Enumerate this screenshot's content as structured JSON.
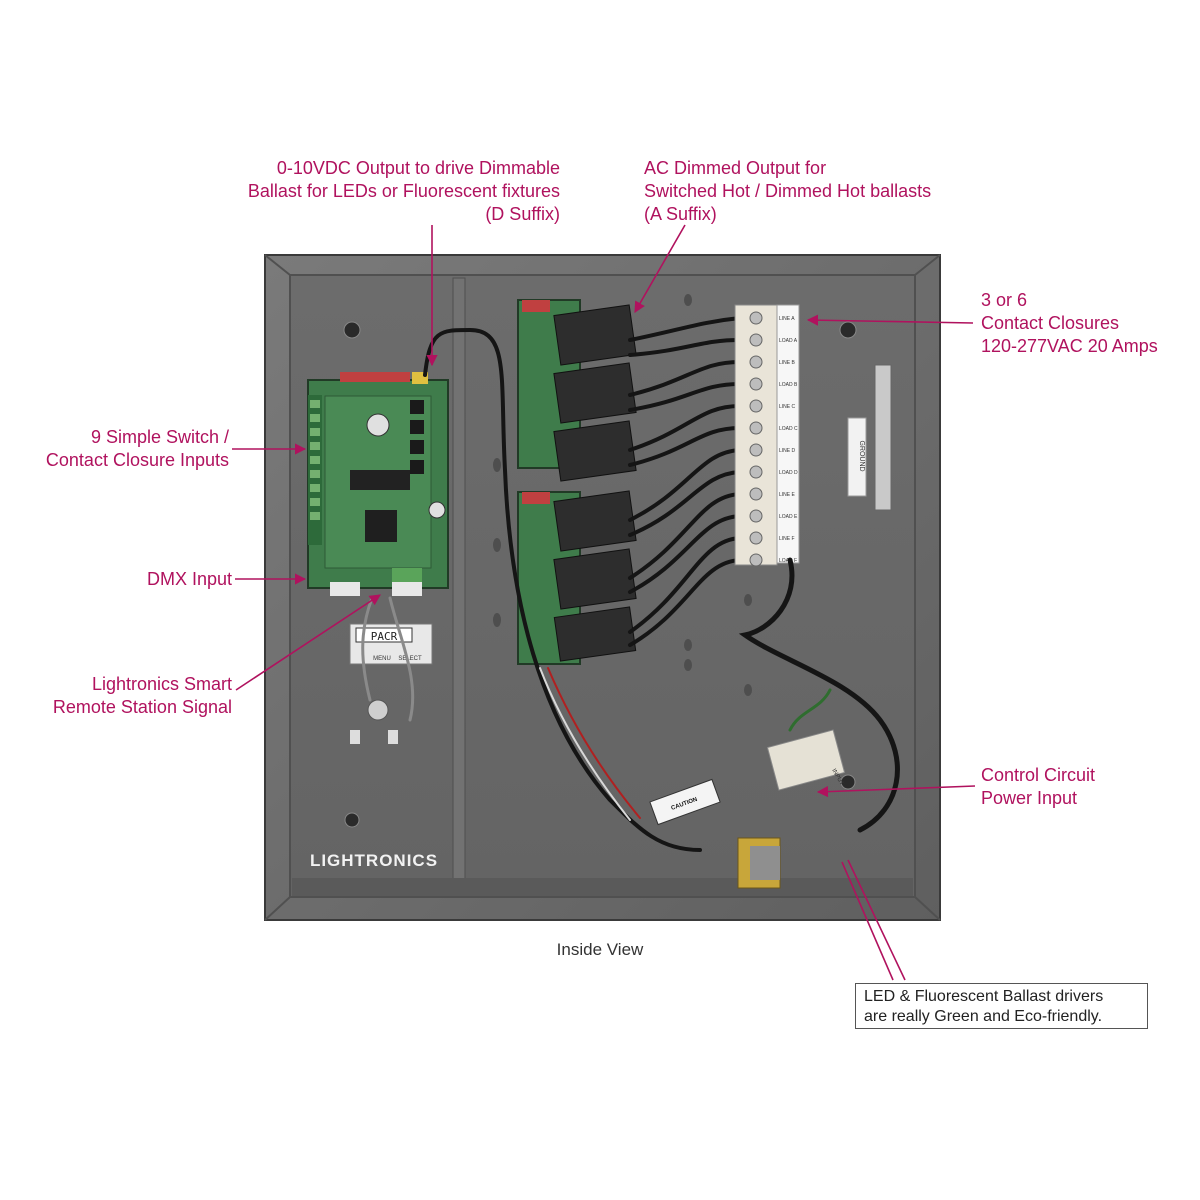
{
  "colors": {
    "callout_text": "#b0125e",
    "leader_line": "#b0125e",
    "enclosure": "#6f6f6f",
    "enclosure_dark": "#4a4a4a",
    "pcb_green": "#3f7c4b",
    "relay_black": "#2d2d2d"
  },
  "callouts": {
    "dvdc_output": {
      "lines": [
        "0-10VDC Output to drive Dimmable",
        "Ballast for LEDs or Fluorescent fixtures",
        "(D Suffix)"
      ]
    },
    "ac_dimmed": {
      "lines": [
        "AC Dimmed Output for",
        "Switched Hot / Dimmed Hot ballasts",
        "(A Suffix)"
      ]
    },
    "contact_closures": {
      "lines": [
        "3 or 6",
        "Contact Closures",
        "120-277VAC 20 Amps"
      ]
    },
    "switch_inputs": {
      "lines": [
        "9 Simple Switch /",
        "Contact Closure Inputs"
      ]
    },
    "dmx_input": {
      "lines": [
        "DMX Input"
      ]
    },
    "remote_station": {
      "lines": [
        "Lightronics Smart",
        "Remote Station Signal"
      ]
    },
    "control_power": {
      "lines": [
        "Control Circuit",
        "Power Input"
      ]
    }
  },
  "caption": "Inside View",
  "note": {
    "lines": [
      "LED & Fluorescent Ballast drivers",
      "are really Green and Eco-friendly."
    ]
  },
  "enclosure": {
    "logo": "LIGHTRONICS",
    "ground_label": "GROUND",
    "display_text": "PACR",
    "keypad_labels": [
      "MENU",
      "SELECT"
    ],
    "terminal_labels": [
      "LINE A",
      "LOAD A",
      "LINE B",
      "LOAD B",
      "LINE C",
      "LOAD C",
      "LINE D",
      "LOAD D",
      "LINE E",
      "LOAD E",
      "LINE F",
      "LOAD F"
    ],
    "caution_label": "CAUTION",
    "input_label": "INPUT"
  },
  "icons": [
    "leader-arrow",
    "mounting-screw-icon",
    "terminal-screw-icon"
  ]
}
